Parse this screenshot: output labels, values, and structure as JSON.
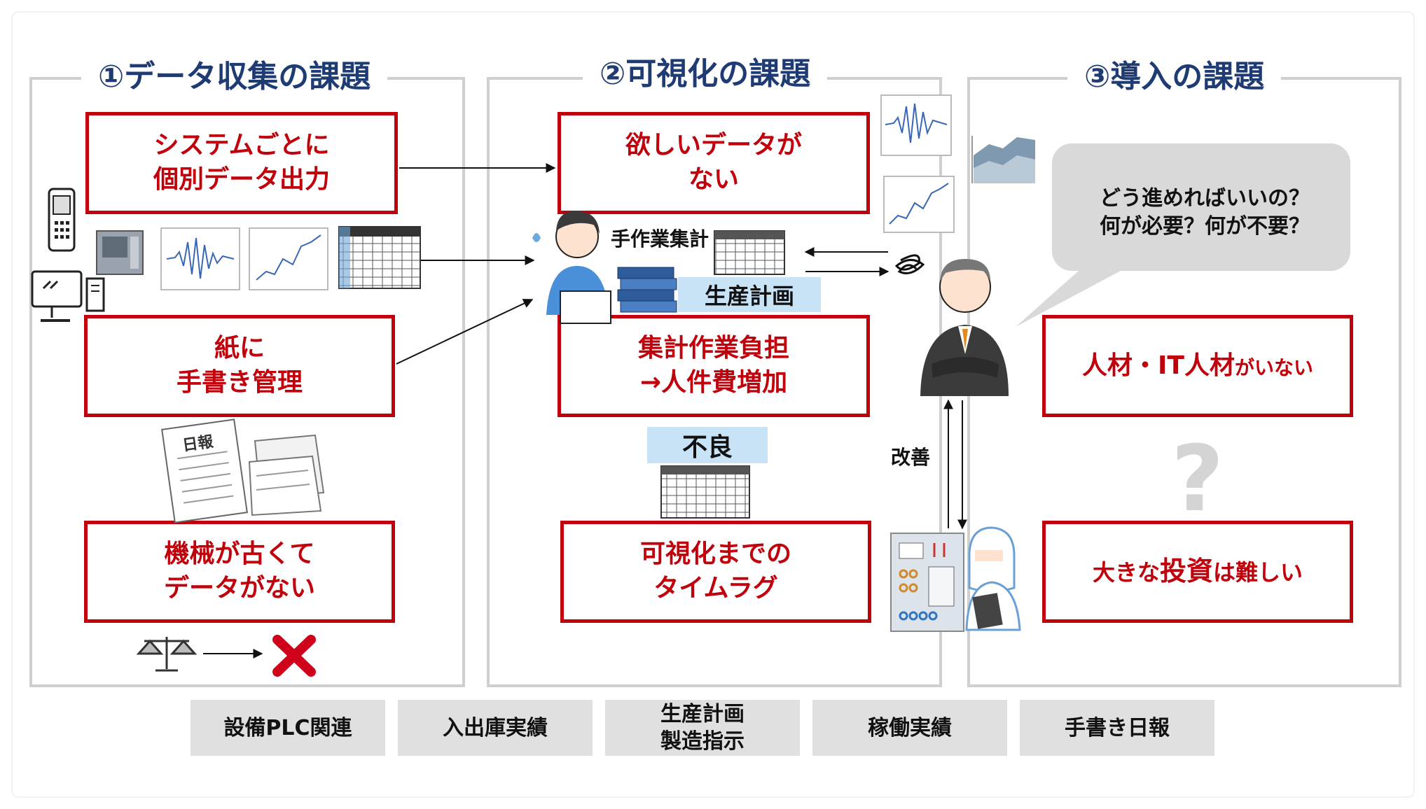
{
  "columns": [
    {
      "title": "①データ収集の課題"
    },
    {
      "title": "②可視化の課題"
    },
    {
      "title": "③導入の課題"
    }
  ],
  "col1": {
    "box1": [
      "システムごとに",
      "個別データ出力"
    ],
    "box2": [
      "紙に",
      "手書き管理"
    ],
    "box3": [
      "機械が古くて",
      "データがない"
    ],
    "report_label": "日報"
  },
  "col2": {
    "box1": [
      "欲しいデータが",
      "ない"
    ],
    "box2": [
      "集計作業負担",
      "→人件費増加"
    ],
    "box3": [
      "可視化までの",
      "タイムラグ"
    ],
    "manual_label": "手作業集計",
    "plan_label": "生産計画",
    "defect_label": "不良",
    "improve_label": "改善"
  },
  "col3": {
    "bubble": [
      "どう進めればいいの？",
      "何が必要？何が不要？"
    ],
    "box1": {
      "main": "人材・IT人材",
      "small": "がいない"
    },
    "box2": {
      "pre": "大きな",
      "big": "投資",
      "post": "は難しい"
    },
    "question_mark": "?"
  },
  "bottom_tags": [
    [
      "設備PLC関連"
    ],
    [
      "入出庫実績"
    ],
    [
      "生産計画",
      "製造指示"
    ],
    [
      "稼働実績"
    ],
    [
      "手書き日報"
    ]
  ],
  "colors": {
    "accent_red": "#c0000b",
    "title_navy": "#1f3b73",
    "tag_gray": "#e0e0e0",
    "label_blue": "#c7e3f5"
  }
}
